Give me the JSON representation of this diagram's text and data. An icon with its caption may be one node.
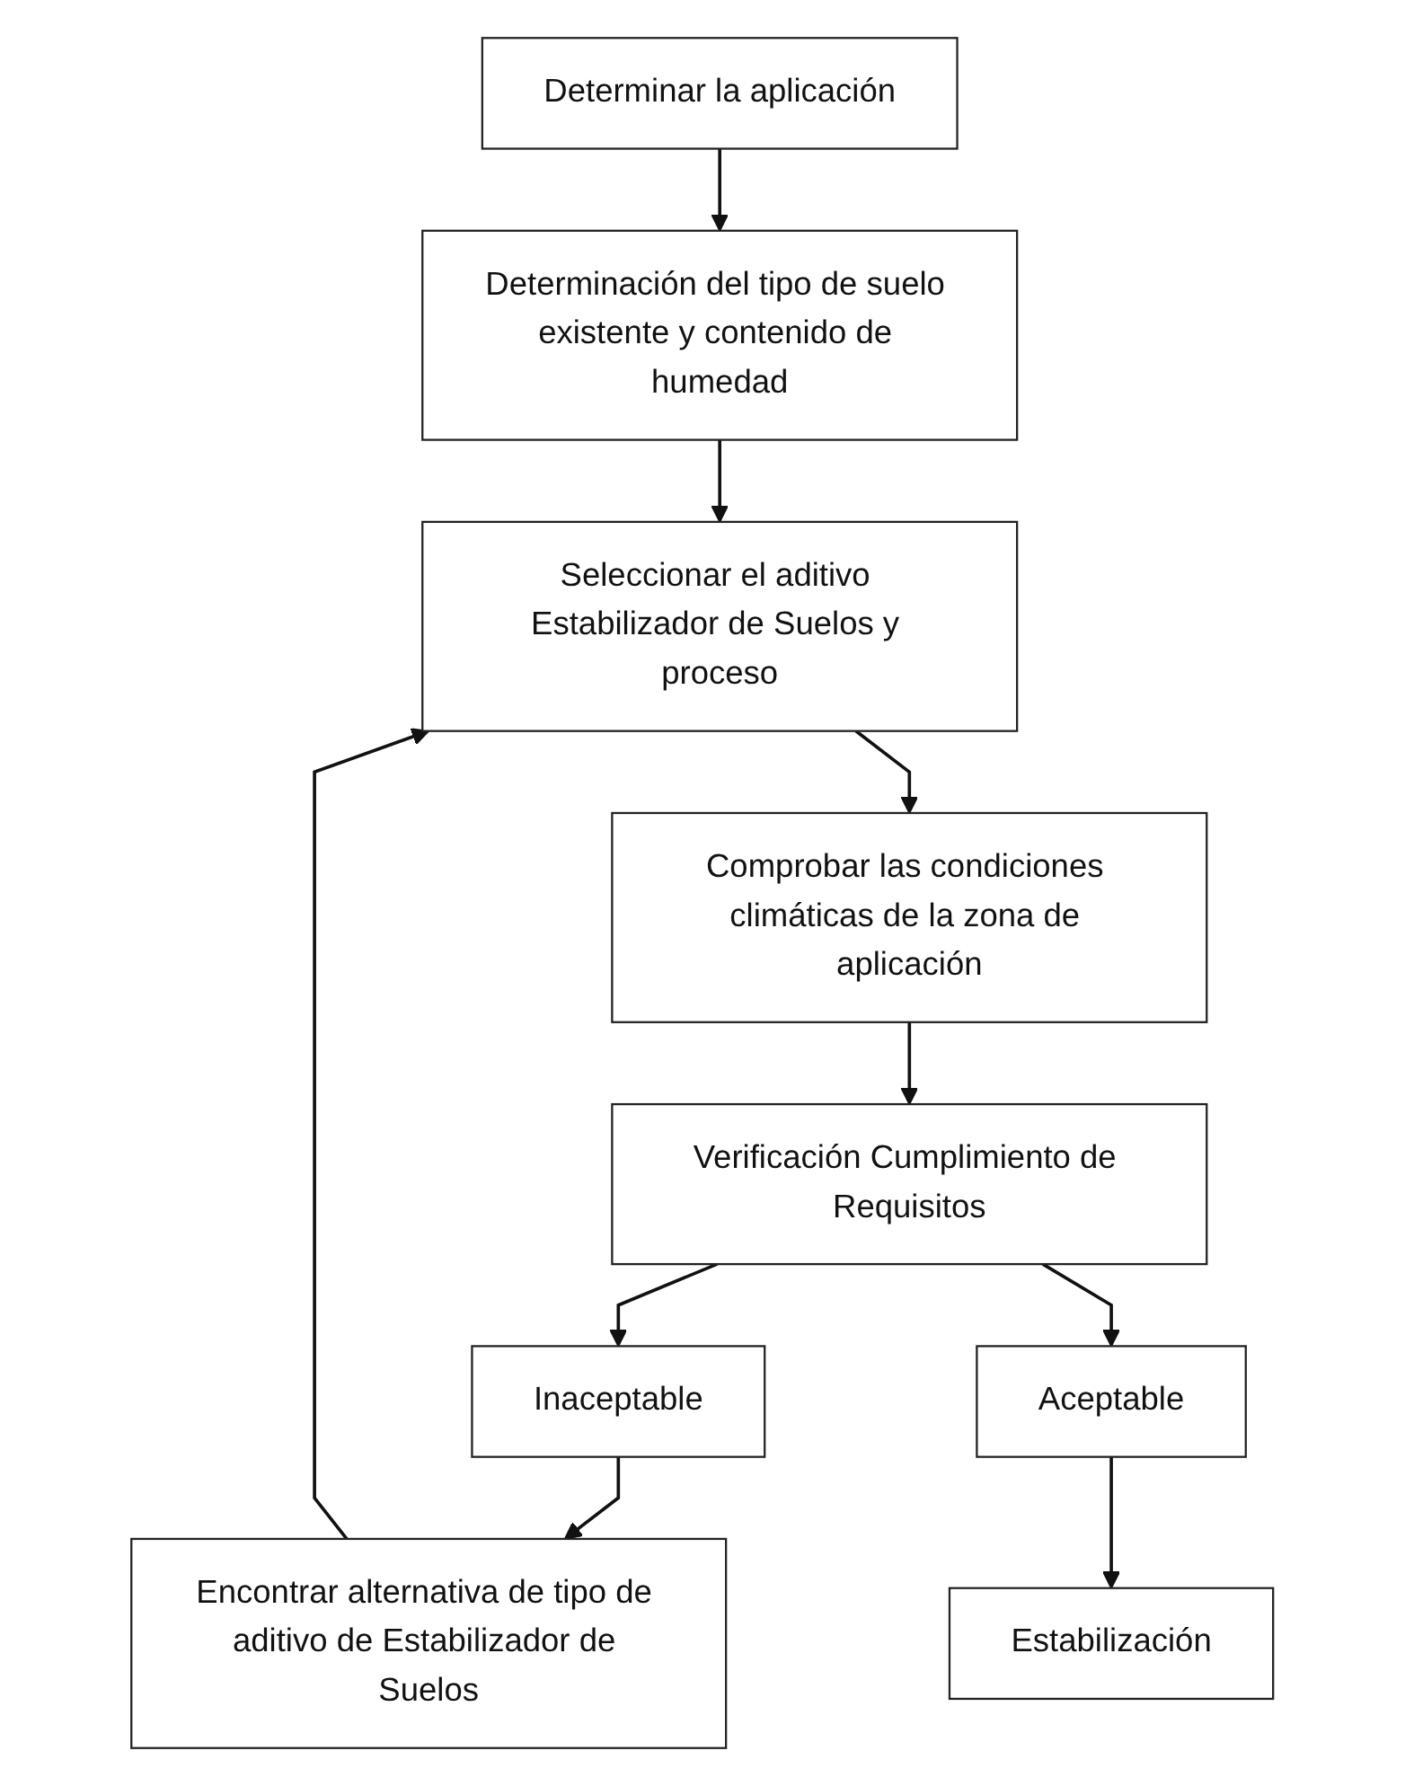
{
  "diagram": {
    "nodes": [
      {
        "text": [
          "Determinar la aplicación"
        ]
      },
      {
        "text": [
          "Determinación del tipo de suelo existente y contenido de humedad"
        ]
      },
      {
        "text": [
          "Seleccionar el aditivo Estabilizador de Suelos y proceso"
        ]
      },
      {
        "text": [
          "Comprobar las condiciones climáticas de la zona de aplicación"
        ]
      },
      {
        "text": [
          "Verificación Cumplimiento de Requisitos"
        ]
      },
      {
        "text": [
          "Inaceptable"
        ]
      },
      {
        "text": [
          "Encontrar alternativa de tipo de aditivo de Estabilizador de Suelos"
        ]
      },
      {
        "text": [
          "Aceptable"
        ]
      },
      {
        "text": [
          "Estabilización"
        ]
      }
    ],
    "edges": [
      {
        "from": 0,
        "to": 1,
        "arrow": "to"
      },
      {
        "from": 1,
        "to": 2,
        "arrow": "to"
      },
      {
        "from": 2,
        "to": 3,
        "arrow": "to"
      },
      {
        "from": 3,
        "to": 4,
        "arrow": "to"
      },
      {
        "from": 4,
        "to": 5,
        "arrow": "to"
      },
      {
        "from": 5,
        "to": 6,
        "arrow": "to"
      },
      {
        "from": 6,
        "to": 2,
        "arrow": "to"
      },
      {
        "from": 4,
        "to": 7,
        "arrow": "to"
      },
      {
        "from": 7,
        "to": 8,
        "arrow": "to"
      }
    ]
  }
}
